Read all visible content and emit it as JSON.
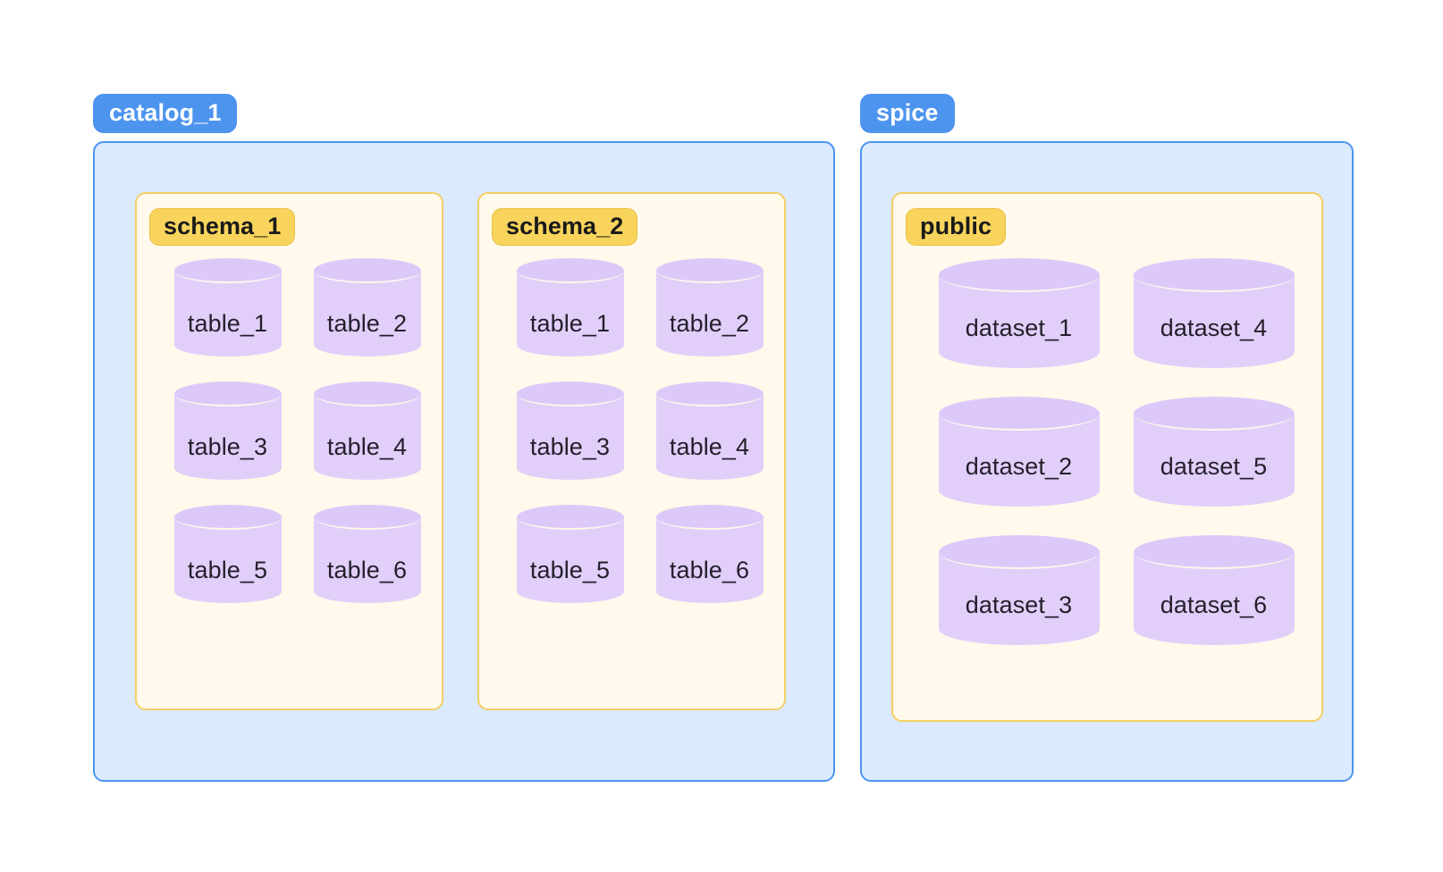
{
  "diagram": {
    "type": "hierarchy-diagram",
    "background": "#ffffff",
    "colors": {
      "catalog_tag_bg": "#4d94ef",
      "catalog_tag_text": "#ffffff",
      "catalog_box_bg": "#dbeafe",
      "catalog_box_border": "#4d94ef",
      "schema_box_bg": "#fffaeb",
      "schema_box_border": "#f5ce65",
      "schema_tag_bg": "#f8d45c",
      "schema_tag_text": "#1a1a1a",
      "node_fill": "#e1cffa",
      "node_top_fill": "#ddc9f9",
      "node_label_text": "#231f2b"
    }
  },
  "catalogs": [
    {
      "label": "catalog_1",
      "schemas": [
        {
          "label": "schema_1",
          "nodes": [
            {
              "label": "table_1"
            },
            {
              "label": "table_2"
            },
            {
              "label": "table_3"
            },
            {
              "label": "table_4"
            },
            {
              "label": "table_5"
            },
            {
              "label": "table_6"
            }
          ]
        },
        {
          "label": "schema_2",
          "nodes": [
            {
              "label": "table_1"
            },
            {
              "label": "table_2"
            },
            {
              "label": "table_3"
            },
            {
              "label": "table_4"
            },
            {
              "label": "table_5"
            },
            {
              "label": "table_6"
            }
          ]
        }
      ]
    },
    {
      "label": "spice",
      "schemas": [
        {
          "label": "public",
          "nodes": [
            {
              "label": "dataset_1"
            },
            {
              "label": "dataset_4"
            },
            {
              "label": "dataset_2"
            },
            {
              "label": "dataset_5"
            },
            {
              "label": "dataset_3"
            },
            {
              "label": "dataset_6"
            }
          ]
        }
      ]
    }
  ]
}
